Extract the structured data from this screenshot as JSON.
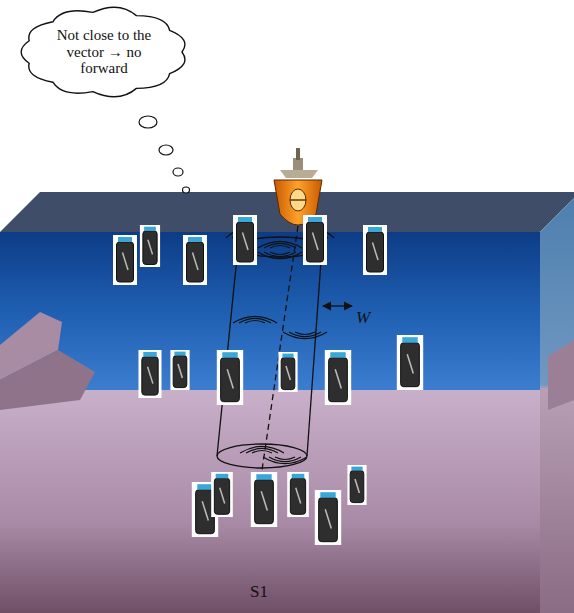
{
  "diagram": {
    "nodes": [
      {
        "text": [
          "Not close to the vector → no forward"
        ]
      }
    ],
    "labels": [
      "W",
      "S1"
    ]
  }
}
